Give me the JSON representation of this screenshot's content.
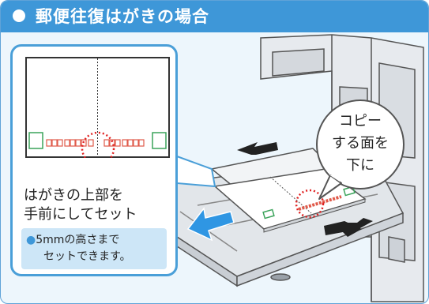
{
  "header": {
    "title": "郵便往復はがきの場合"
  },
  "callout": {
    "caption_lines": [
      "はがきの上部を",
      "手前にしてセット"
    ],
    "note": {
      "bullet": "●",
      "line1": "5mmの高さまで",
      "line2": "セットできます。"
    }
  },
  "bubble": {
    "lines": [
      "コピー",
      "する面を",
      "下に"
    ]
  },
  "colors": {
    "header_bg": "#3e97d8",
    "frame_bg": "#edf6fc",
    "note_bg": "#cde6f7",
    "arrow_blue": "#2f96e3",
    "dotted_red": "#e02020",
    "postal_red": "#e05a4a",
    "postal_green": "#3aa35a"
  }
}
